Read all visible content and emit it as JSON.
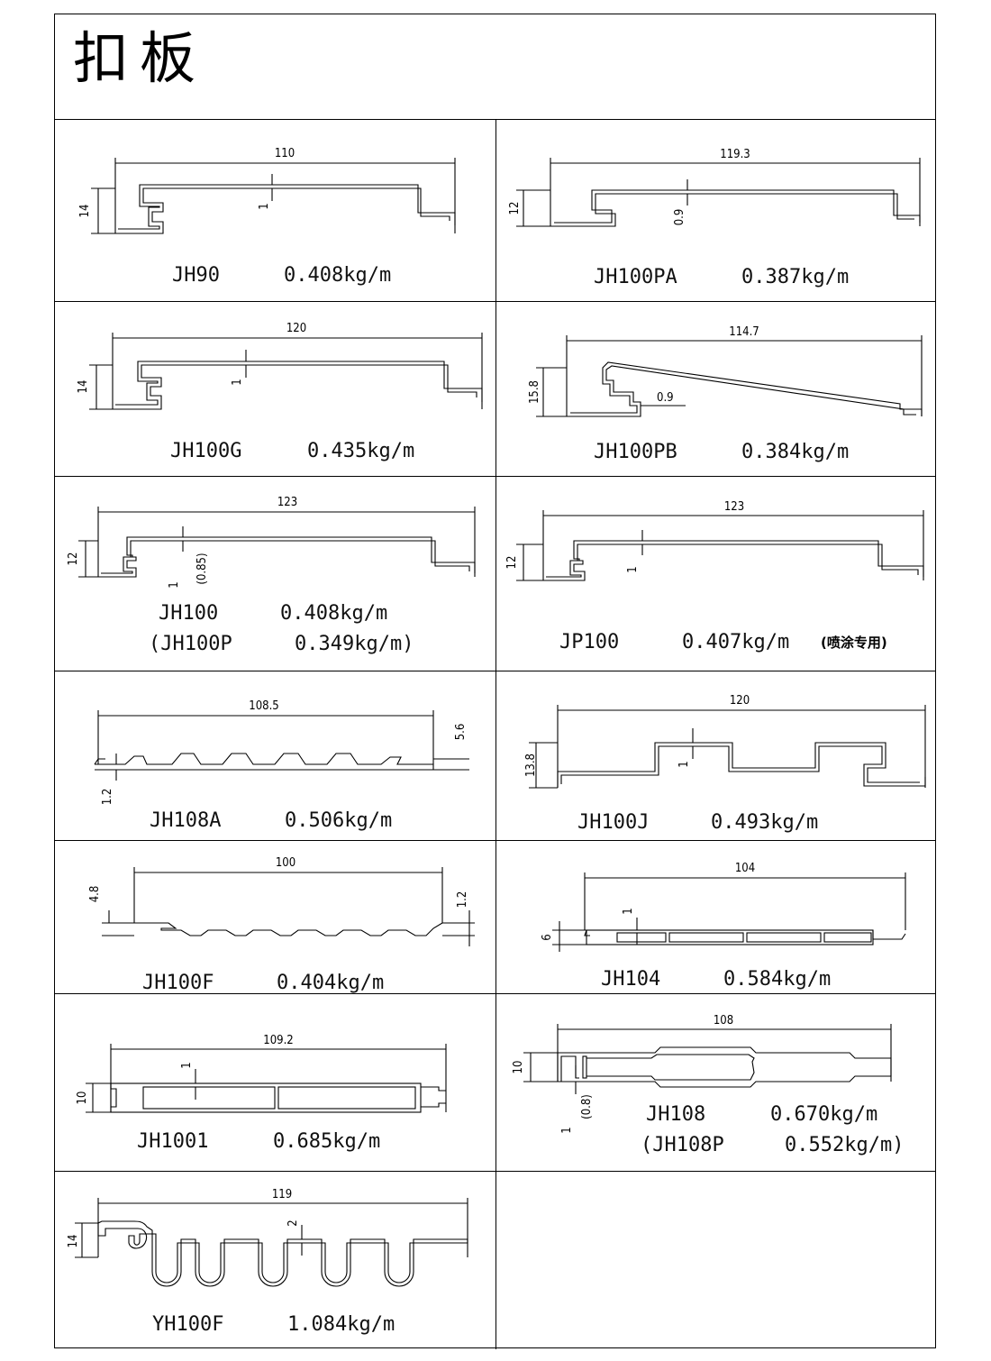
{
  "title": "扣板",
  "profiles": [
    {
      "id": "jh90",
      "code": "JH90",
      "weight": "0.408kg/m",
      "width": "110",
      "height": "14",
      "thickness": "1"
    },
    {
      "id": "jh100pa",
      "code": "JH100PA",
      "weight": "0.387kg/m",
      "width": "119.3",
      "height": "12",
      "thickness": "0.9"
    },
    {
      "id": "jh100g",
      "code": "JH100G",
      "weight": "0.435kg/m",
      "width": "120",
      "height": "14",
      "thickness": "1"
    },
    {
      "id": "jh100pb",
      "code": "JH100PB",
      "weight": "0.384kg/m",
      "width": "114.7",
      "height": "15.8",
      "thickness": "0.9"
    },
    {
      "id": "jh100",
      "code": "JH100",
      "weight": "0.408kg/m",
      "alt_code": "(JH100P",
      "alt_weight": "0.349kg/m)",
      "width": "123",
      "height": "12",
      "thickness": "1",
      "alt_thickness": "(0.85)"
    },
    {
      "id": "jp100",
      "code": "JP100",
      "weight": "0.407kg/m",
      "note": "(喷涂专用)",
      "width": "123",
      "height": "12",
      "thickness": "1"
    },
    {
      "id": "jh108a",
      "code": "JH108A",
      "weight": "0.506kg/m",
      "width": "108.5",
      "height": "5.6",
      "thickness": "1.2"
    },
    {
      "id": "jh100j",
      "code": "JH100J",
      "weight": "0.493kg/m",
      "width": "120",
      "height": "13.8",
      "thickness": "1"
    },
    {
      "id": "jh100f",
      "code": "JH100F",
      "weight": "0.404kg/m",
      "width": "100",
      "height": "4.8",
      "thickness": "1.2"
    },
    {
      "id": "jh104",
      "code": "JH104",
      "weight": "0.584kg/m",
      "width": "104",
      "height": "6",
      "thickness": "1"
    },
    {
      "id": "jh1001",
      "code": "JH1001",
      "weight": "0.685kg/m",
      "width": "109.2",
      "height": "10",
      "thickness": "1"
    },
    {
      "id": "jh108",
      "code": "JH108",
      "weight": "0.670kg/m",
      "alt_code": "(JH108P",
      "alt_weight": "0.552kg/m)",
      "width": "108",
      "height": "10",
      "thickness": "1",
      "alt_thickness": "(0.8)"
    },
    {
      "id": "yh100f",
      "code": "YH100F",
      "weight": "1.084kg/m",
      "width": "119",
      "height": "14",
      "thickness": "2"
    }
  ]
}
